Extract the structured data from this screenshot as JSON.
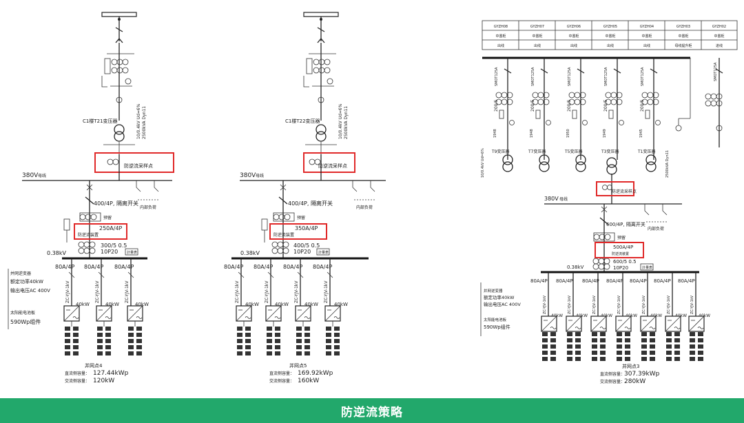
{
  "footer": {
    "title": "防逆流策略"
  },
  "left_info": {
    "inverter_title": "并网逆变器",
    "rated_power": "额定功率40kW",
    "output_voltage": "输出电压AC 400V",
    "pv_title": "太阳能电池板",
    "pv_module": "590Wp组件"
  },
  "right_info": {
    "inverter_title": "并网逆变器",
    "rated_power": "额定功率40kW",
    "output_voltage": "输出电压AC 400V",
    "pv_title": "太阳能电池板",
    "pv_module": "590Wp组件"
  },
  "panels": [
    {
      "transformer": "C1楼T21变压器",
      "transformer_spec": "10/0.4kV Ud=6%",
      "transformer_rating": "2500kVA Dyn11",
      "sample_label": "防逆流采样点",
      "bus_label": "380V",
      "bus_sub": "母线",
      "switch_label": "400/4P, 隔离开关",
      "load_label": "内部负荷",
      "device_top": "预留",
      "breaker": "250A/4P",
      "device_name": "防逆流装置",
      "ct_ratio": "300/5  0.5",
      "ct_class": "10P20",
      "meter": "計量表",
      "voltage": "0.38kV",
      "feeders": [
        "80A/4P",
        "80A/4P",
        "80A/4P"
      ],
      "cables": [
        "ZC-YJV-1kV",
        "ZC-YJV-1kV",
        "ZC-YJV-1kV"
      ],
      "inverter_kw": [
        "40kW",
        "40kW",
        "40kW"
      ],
      "grid_point": "并网点4",
      "dc_label": "直流侧容量：",
      "dc_value": "127.44kWp",
      "ac_label": "交流侧容量：",
      "ac_value": "120kW"
    },
    {
      "transformer": "C1楼T22变压器",
      "transformer_spec": "10/0.4kV Ud=6%",
      "transformer_rating": "2500kVA Dyn11",
      "sample_label": "防逆流采样点",
      "bus_label": "380V",
      "bus_sub": "母线",
      "switch_label": "400/4P, 隔离开关",
      "load_label": "内部负荷",
      "device_top": "预留",
      "breaker": "350A/4P",
      "device_name": "防逆流装置",
      "ct_ratio": "400/5  0.5",
      "ct_class": "10P20",
      "meter": "計量表",
      "voltage": "0.38kV",
      "feeders": [
        "80A/4P",
        "80A/4P",
        "80A/4P",
        "80A/4P"
      ],
      "cables": [
        "ZC-YJV-1kV",
        "ZC-YJV-1kV",
        "ZC-YJV-1kV",
        "ZC-YJV-1kV"
      ],
      "inverter_kw": [
        "40kW",
        "40kW",
        "40kW",
        "40kW"
      ],
      "grid_point": "并网点5",
      "dc_label": "直流侧容量：",
      "dc_value": "169.92kWp",
      "ac_label": "交流侧容量：",
      "ac_value": "160kW"
    },
    {
      "sample_label": "防逆流采样点",
      "bus_label": "380V",
      "bus_sub": "母线",
      "switch_label": "600/4P, 隔离开关",
      "load_label": "内部负荷",
      "device_top": "预留",
      "breaker": "500A/4P",
      "device_name": "防逆流装置",
      "ct_ratio": "600/5  0.5",
      "ct_class": "10P20",
      "meter": "計量表",
      "voltage": "0.38kV",
      "feeders": [
        "80A/4P",
        "80A/4P",
        "80A/4P",
        "80A/4P",
        "80A/4P",
        "80A/4P",
        "80A/4P"
      ],
      "cables": [
        "ZC-YJV-1kV",
        "ZC-YJV-1kV",
        "ZC-YJV-1kV",
        "ZC-YJV-1kV",
        "ZC-YJV-1kV",
        "ZC-YJV-1kV",
        "ZC-YJV-1kV"
      ],
      "inverter_kw": [
        "40kW",
        "40kW",
        "40kW",
        "40kW",
        "40kW",
        "40kW",
        "40kW"
      ],
      "grid_point": "并网点3",
      "dc_label": "直流侧容量：",
      "dc_value": "307.39kWp",
      "ac_label": "交流侧容量：",
      "ac_value": "280kW"
    }
  ],
  "switchgear": {
    "ids": [
      "GYZH08",
      "GYZH07",
      "GYZH06",
      "GYZH05",
      "GYZH04",
      "GYZH03",
      "GYZH02"
    ],
    "types": [
      "中置柜",
      "中置柜",
      "中置柜",
      "中置柜",
      "中置柜",
      "中置柜",
      "中置柜"
    ],
    "functions": [
      "出线",
      "出线",
      "出线",
      "出线",
      "出线",
      "母线提升柜",
      "进线"
    ],
    "transformers": [
      "T9变压器",
      "T7变压器",
      "T5变压器",
      "T3变压器",
      "T1变压器"
    ],
    "ct_ratings": [
      "200/5",
      "200/5",
      "200/5",
      "200/5",
      "200/5"
    ],
    "breakers": [
      "SMOT125A",
      "SMOT125A",
      "SMOT125A",
      "SMOT125A",
      "SMOT125A",
      "SMOT125A"
    ],
    "tags": [
      "1948",
      "1948",
      "1950",
      "1949",
      "1945"
    ],
    "tx_spec": "10/0.4kV Ud=6%",
    "tx_rating": "2500kVA Dyn11"
  }
}
